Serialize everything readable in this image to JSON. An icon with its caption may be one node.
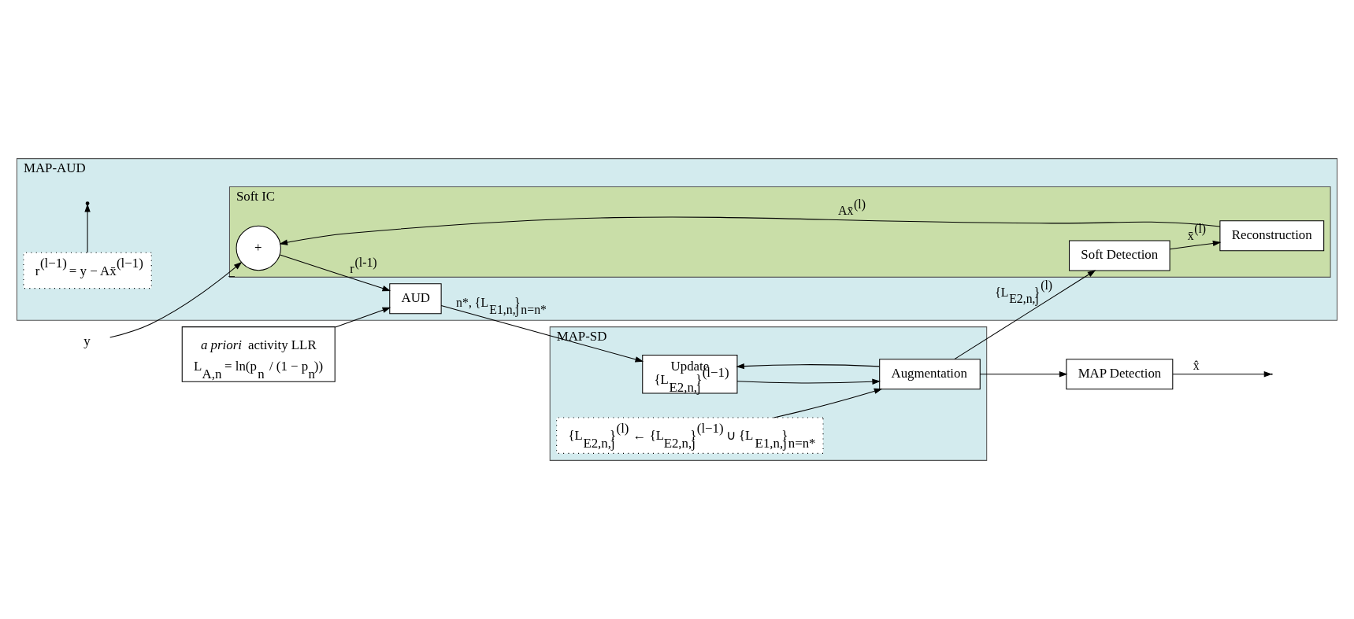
{
  "diagram": {
    "nodes": [
      {
        "text": [
          "MAP-AUD"
        ]
      },
      {
        "text": [
          "Soft IC"
        ],
        "in": 0
      },
      {
        "text": [
          "MAP-SD"
        ]
      },
      {
        "text": [
          "*a priori* activity LLR",
          "L$_{A,n}$ = ln(p$_{n}$ / (1 − p$_{n}$))"
        ]
      },
      {
        "text": [
          "+"
        ],
        "in": 1,
        "beside": [
          "−"
        ]
      },
      {
        "text": [
          "AUD"
        ],
        "in": 0
      },
      {
        "text": [
          "Reconstruction"
        ],
        "in": 1
      },
      {
        "text": [
          "Soft Detection"
        ],
        "in": 1
      },
      {
        "text": [
          "r$^{(l−1)}$ = y − Ax̄$^{(l−1)}$"
        ],
        "in": 0
      },
      {
        "text": [
          "Update",
          "{L$_{E2,n,j}$}$^{(l−1)}$"
        ],
        "in": 2
      },
      {
        "text": [
          "Augmentation"
        ],
        "in": 2
      },
      {
        "text": [
          "{L$_{E2,n,j}$}$^{(l)}$ ← {L$_{E2,n,j}$}$^{(l−1)}$ ∪ {L$_{E1,n,j}$}$_{n=n*}$"
        ],
        "in": 2
      },
      {
        "text": [
          "MAP Detection"
        ]
      },
      {
        "text": [
          "y"
        ]
      }
    ],
    "edges": [
      {
        "from": 13,
        "to": 4,
        "arrow": "to"
      },
      {
        "from": 4,
        "to": 5,
        "arrow": "to",
        "label": "r$^{(l-1)}$"
      },
      {
        "from": 3,
        "to": 5,
        "arrow": "to"
      },
      {
        "from": 5,
        "to": 9,
        "arrow": "to",
        "label": "n*, {L$_{E1,n,j}$}$_{n=n*}$"
      },
      {
        "from": 9,
        "to": 10,
        "arrow": "to"
      },
      {
        "from": 10,
        "to": 12,
        "arrow": "to"
      },
      {
        "from": 10,
        "to": 7,
        "arrow": "to",
        "label": "{L$_{E2,n,j}$}$^{(l)}$"
      },
      {
        "from": 10,
        "to": 9,
        "arrow": "to"
      },
      {
        "from": 7,
        "to": 6,
        "arrow": "to",
        "label": "x̄$^{(l)}$"
      },
      {
        "from": 6,
        "to": 4,
        "arrow": "to",
        "label": "Ax̄$^{(l)}$"
      },
      {
        "from": 12,
        "to": null,
        "arrow": "to",
        "label": "x̂"
      },
      {
        "from": 8,
        "to": null,
        "arrow": "to"
      },
      {
        "from": 11,
        "to": 10,
        "arrow": "to"
      }
    ]
  }
}
